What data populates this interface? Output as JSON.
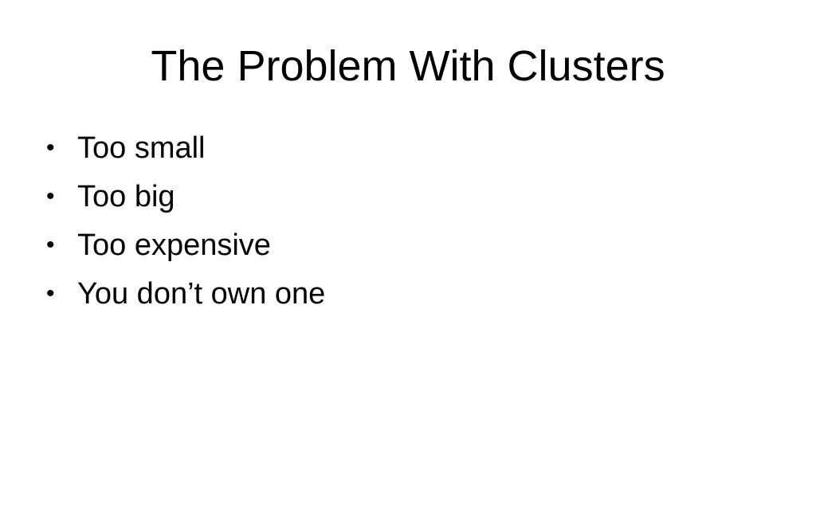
{
  "slide": {
    "title": "The Problem With Clusters",
    "bullets": [
      "Too small",
      "Too big",
      "Too expensive",
      "You don’t own one"
    ],
    "bullet_glyph": "•"
  }
}
